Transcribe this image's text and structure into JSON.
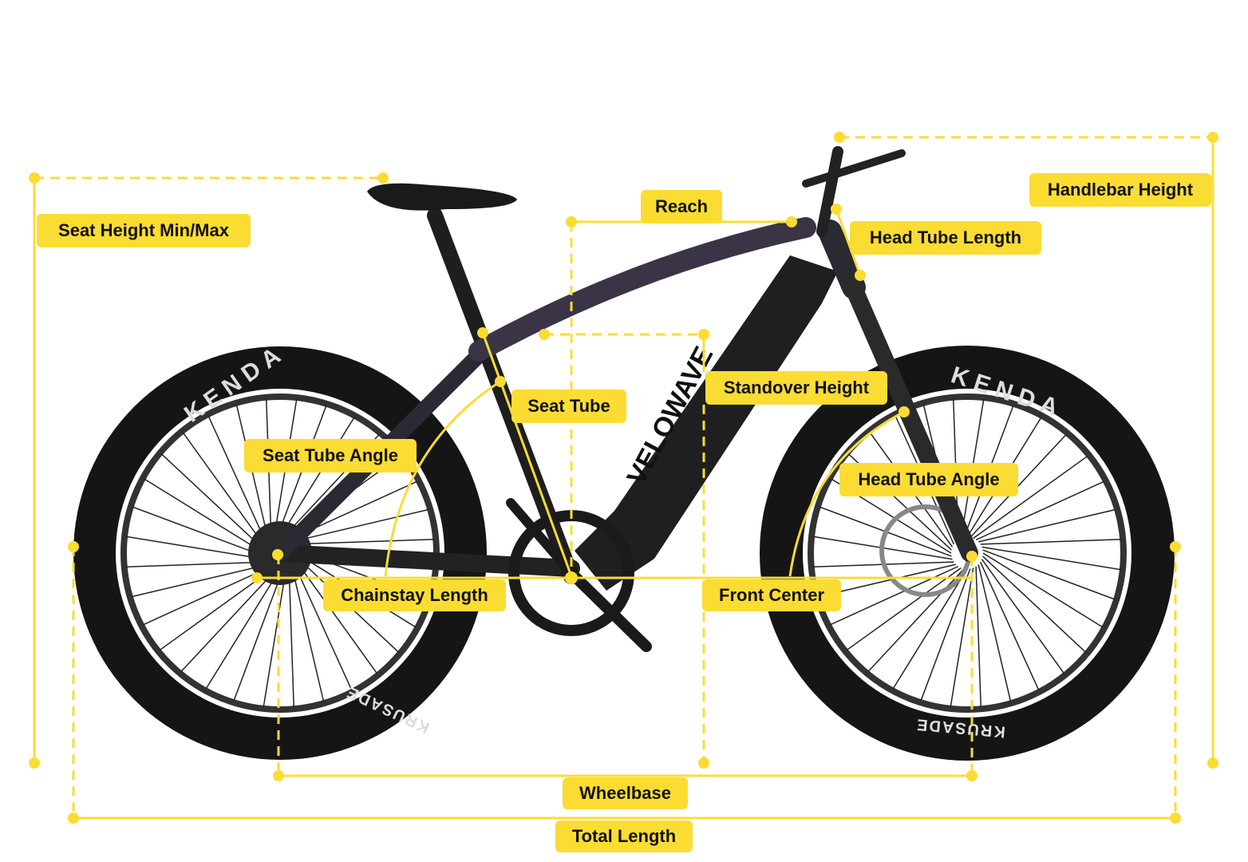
{
  "colors": {
    "accent": "#fbdc33",
    "frame": "#2b2a33",
    "tire": "#141414"
  },
  "bike_lettering": {
    "tire_brand": "KENDA",
    "tire_model": "KRUSADE",
    "frame_logo": "VELOWAVE"
  },
  "labels": {
    "seat_height": "Seat Height Min/Max",
    "handlebar_height": "Handlebar Height",
    "reach": "Reach",
    "head_tube_length": "Head Tube Length",
    "standover_height": "Standover Height",
    "seat_tube": "Seat Tube",
    "seat_tube_angle": "Seat Tube Angle",
    "head_tube_angle": "Head Tube Angle",
    "chainstay_length": "Chainstay Length",
    "front_center": "Front Center",
    "wheelbase": "Wheelbase",
    "total_length": "Total Length"
  }
}
